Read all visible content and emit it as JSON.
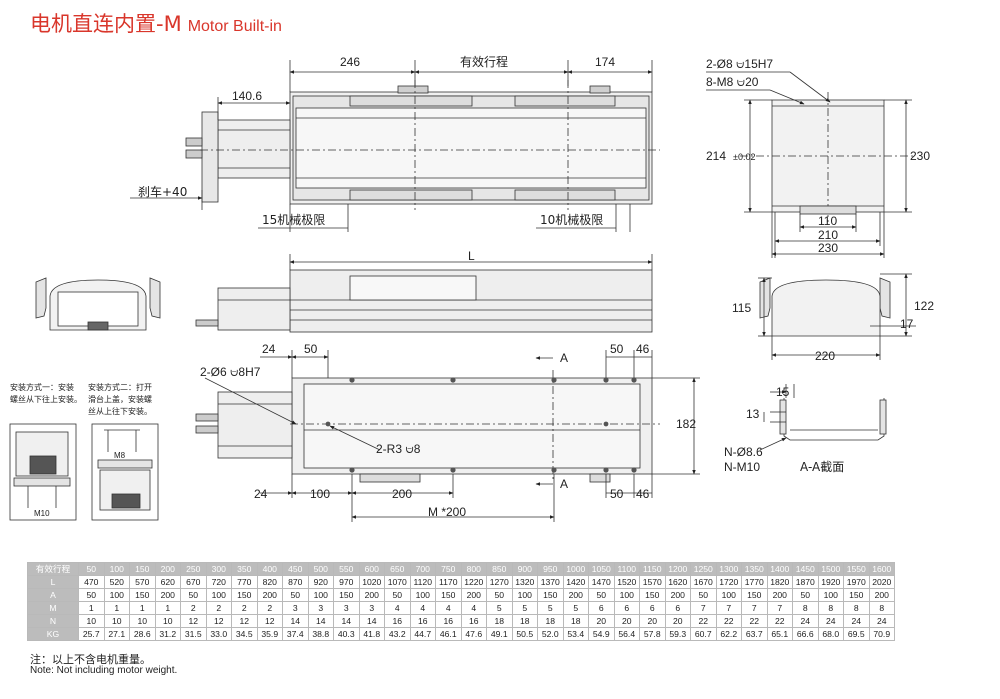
{
  "title": {
    "cn": "电机直连内置-M",
    "en": "Motor Built-in"
  },
  "labels": {
    "d246": "246",
    "stroke": "有效行程",
    "d174": "174",
    "d140": "140.6",
    "brake": "刹车+40",
    "limit15": "15机械极限",
    "limit10": "10机械极限",
    "holes_top": "2-Ø8 ⩁15H7",
    "thread_top": "8-M8 ⩁20",
    "d214": "214",
    "d214tol": "±0.02",
    "d230v": "230",
    "d110": "110",
    "d210": "210",
    "d230h": "230",
    "L": "L",
    "d115": "115",
    "d122": "122",
    "d17": "17",
    "d220": "220",
    "d24a": "24",
    "d50a": "50",
    "d50b": "50",
    "d46a": "46",
    "pin_holes": "2-Ø6 ⩁8H7",
    "r3": "2-R3 ⩁8",
    "arrowA1": "A",
    "arrowA2": "A",
    "d182": "182",
    "d24b": "24",
    "d100": "100",
    "d200": "200",
    "d50c": "50",
    "d46b": "46",
    "Mx200": "M *200",
    "d15": "15",
    "d13": "13",
    "N86": "N-Ø8.6",
    "NM10": "N-M10",
    "section": "A-A截面",
    "mount1_a": "安装方式一：安装",
    "mount1_b": "螺丝从下往上安装。",
    "mount2_a": "安装方式二：打开",
    "mount2_b": "滑台上盖，安装螺",
    "mount2_c": "丝从上往下安装。",
    "m8": "M8",
    "m10": "M10"
  },
  "table": {
    "headers": [
      "有效行程",
      "L",
      "A",
      "M",
      "N",
      "KG"
    ],
    "strokes": [
      "50",
      "100",
      "150",
      "200",
      "250",
      "300",
      "350",
      "400",
      "450",
      "500",
      "550",
      "600",
      "650",
      "700",
      "750",
      "800",
      "850",
      "900",
      "950",
      "1000",
      "1050",
      "1100",
      "1150",
      "1200",
      "1250",
      "1300",
      "1350",
      "1400",
      "1450",
      "1500",
      "1550",
      "1600"
    ],
    "L": [
      "470",
      "520",
      "570",
      "620",
      "670",
      "720",
      "770",
      "820",
      "870",
      "920",
      "970",
      "1020",
      "1070",
      "1120",
      "1170",
      "1220",
      "1270",
      "1320",
      "1370",
      "1420",
      "1470",
      "1520",
      "1570",
      "1620",
      "1670",
      "1720",
      "1770",
      "1820",
      "1870",
      "1920",
      "1970",
      "2020"
    ],
    "A": [
      "50",
      "100",
      "150",
      "200",
      "50",
      "100",
      "150",
      "200",
      "50",
      "100",
      "150",
      "200",
      "50",
      "100",
      "150",
      "200",
      "50",
      "100",
      "150",
      "200",
      "50",
      "100",
      "150",
      "200",
      "50",
      "100",
      "150",
      "200",
      "50",
      "100",
      "150",
      "200"
    ],
    "M": [
      "1",
      "1",
      "1",
      "1",
      "2",
      "2",
      "2",
      "2",
      "3",
      "3",
      "3",
      "3",
      "4",
      "4",
      "4",
      "4",
      "5",
      "5",
      "5",
      "5",
      "6",
      "6",
      "6",
      "6",
      "7",
      "7",
      "7",
      "7",
      "8",
      "8",
      "8",
      "8"
    ],
    "N": [
      "10",
      "10",
      "10",
      "10",
      "12",
      "12",
      "12",
      "12",
      "14",
      "14",
      "14",
      "14",
      "16",
      "16",
      "16",
      "16",
      "18",
      "18",
      "18",
      "18",
      "20",
      "20",
      "20",
      "20",
      "22",
      "22",
      "22",
      "22",
      "24",
      "24",
      "24",
      "24"
    ],
    "KG": [
      "25.7",
      "27.1",
      "28.6",
      "31.2",
      "31.5",
      "33.0",
      "34.5",
      "35.9",
      "37.4",
      "38.8",
      "40.3",
      "41.8",
      "43.2",
      "44.7",
      "46.1",
      "47.6",
      "49.1",
      "50.5",
      "52.0",
      "53.4",
      "54.9",
      "56.4",
      "57.8",
      "59.3",
      "60.7",
      "62.2",
      "63.7",
      "65.1",
      "66.6",
      "68.0",
      "69.5",
      "70.9"
    ]
  },
  "notes": {
    "cn": "注：以上不含电机重量。",
    "en": "Note: Not including motor weight."
  }
}
